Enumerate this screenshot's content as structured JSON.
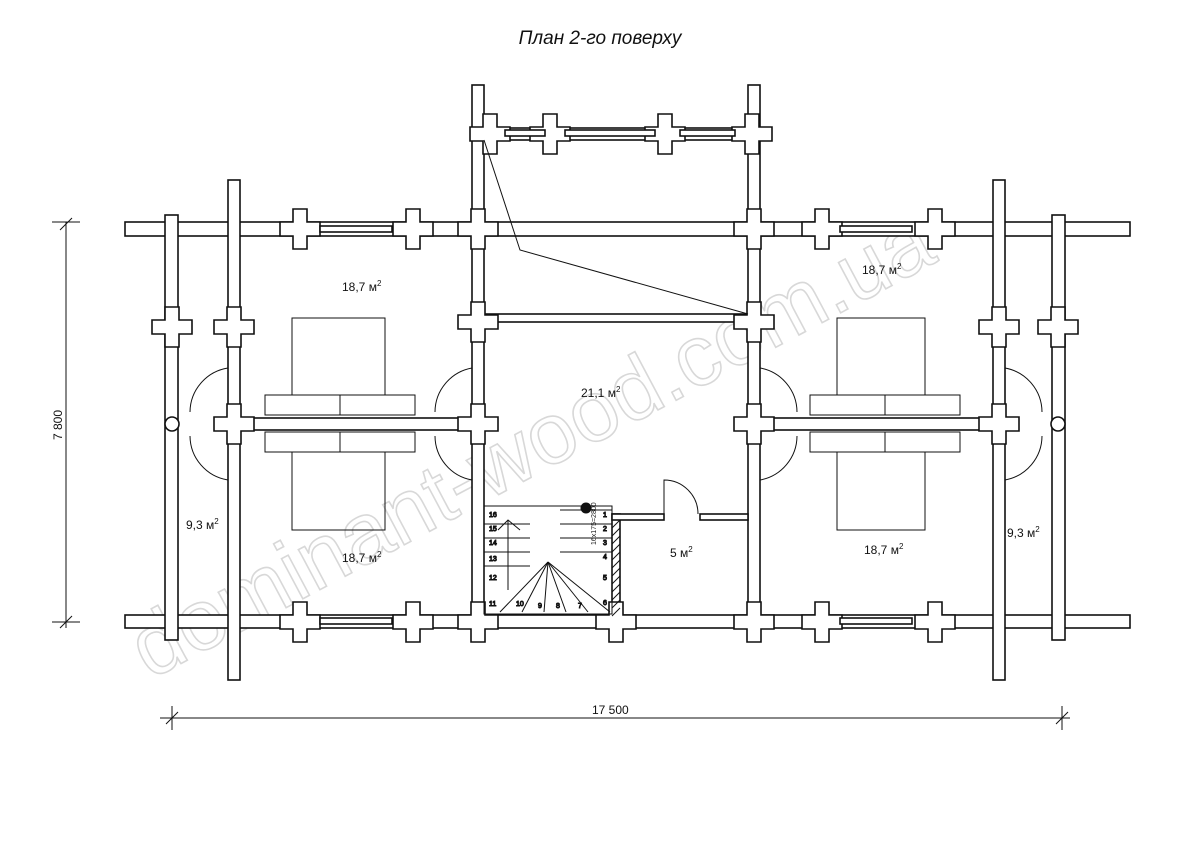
{
  "title": "План 2-го поверху",
  "watermark": "dominant-wood.com.ua",
  "rooms": [
    {
      "id": "bedroom-top-left",
      "area": "18,7 м"
    },
    {
      "id": "bedroom-top-right",
      "area": "18,7 м"
    },
    {
      "id": "hall",
      "area": "21,1 м"
    },
    {
      "id": "bedroom-bottom-left",
      "area": "18,7 м"
    },
    {
      "id": "bedroom-bottom-right",
      "area": "18,7 м"
    },
    {
      "id": "balcony-left",
      "area": "9,3 м"
    },
    {
      "id": "balcony-right",
      "area": "9,3 м"
    },
    {
      "id": "bathroom",
      "area": "5 м"
    }
  ],
  "area_superscript": "2",
  "dimensions": {
    "height": "7 800",
    "width": "17 500"
  },
  "stairs": {
    "steps": [
      "1",
      "2",
      "3",
      "4",
      "5",
      "6",
      "7",
      "8",
      "9",
      "10",
      "11",
      "12",
      "13",
      "14",
      "15",
      "16"
    ],
    "note": "16x175=2800"
  },
  "colors": {
    "line": "#111111",
    "watermark": "#d8d8d8"
  }
}
